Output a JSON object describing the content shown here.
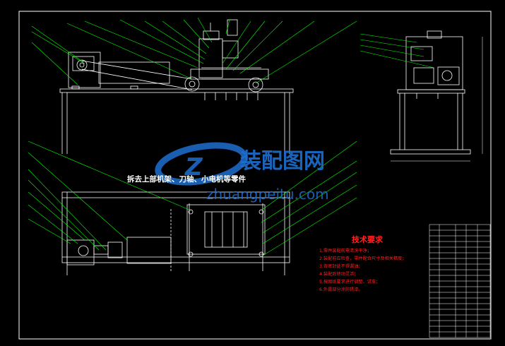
{
  "center_note": "拆去上部机架、刀轴、小电机等零件",
  "tech_requirements": {
    "title": "技术要求",
    "items": [
      "1.零件装配前需清洗干净；",
      "2.装配前应检查，零件配合尺寸及相关精度；",
      "3.各密封处不得漏油；",
      "4.装配后转动灵活；",
      "5.按图纸要求进行调整、试车；",
      "6.外露部分涂防锈漆。"
    ]
  },
  "watermark": {
    "brand_cn": "装配图网",
    "brand_en": "zhuangpeitu.com"
  },
  "colors": {
    "line": "#ffffff",
    "leader": "#00ff00",
    "note_red": "#ff2020",
    "watermark_blue": "#1e6fd0"
  }
}
